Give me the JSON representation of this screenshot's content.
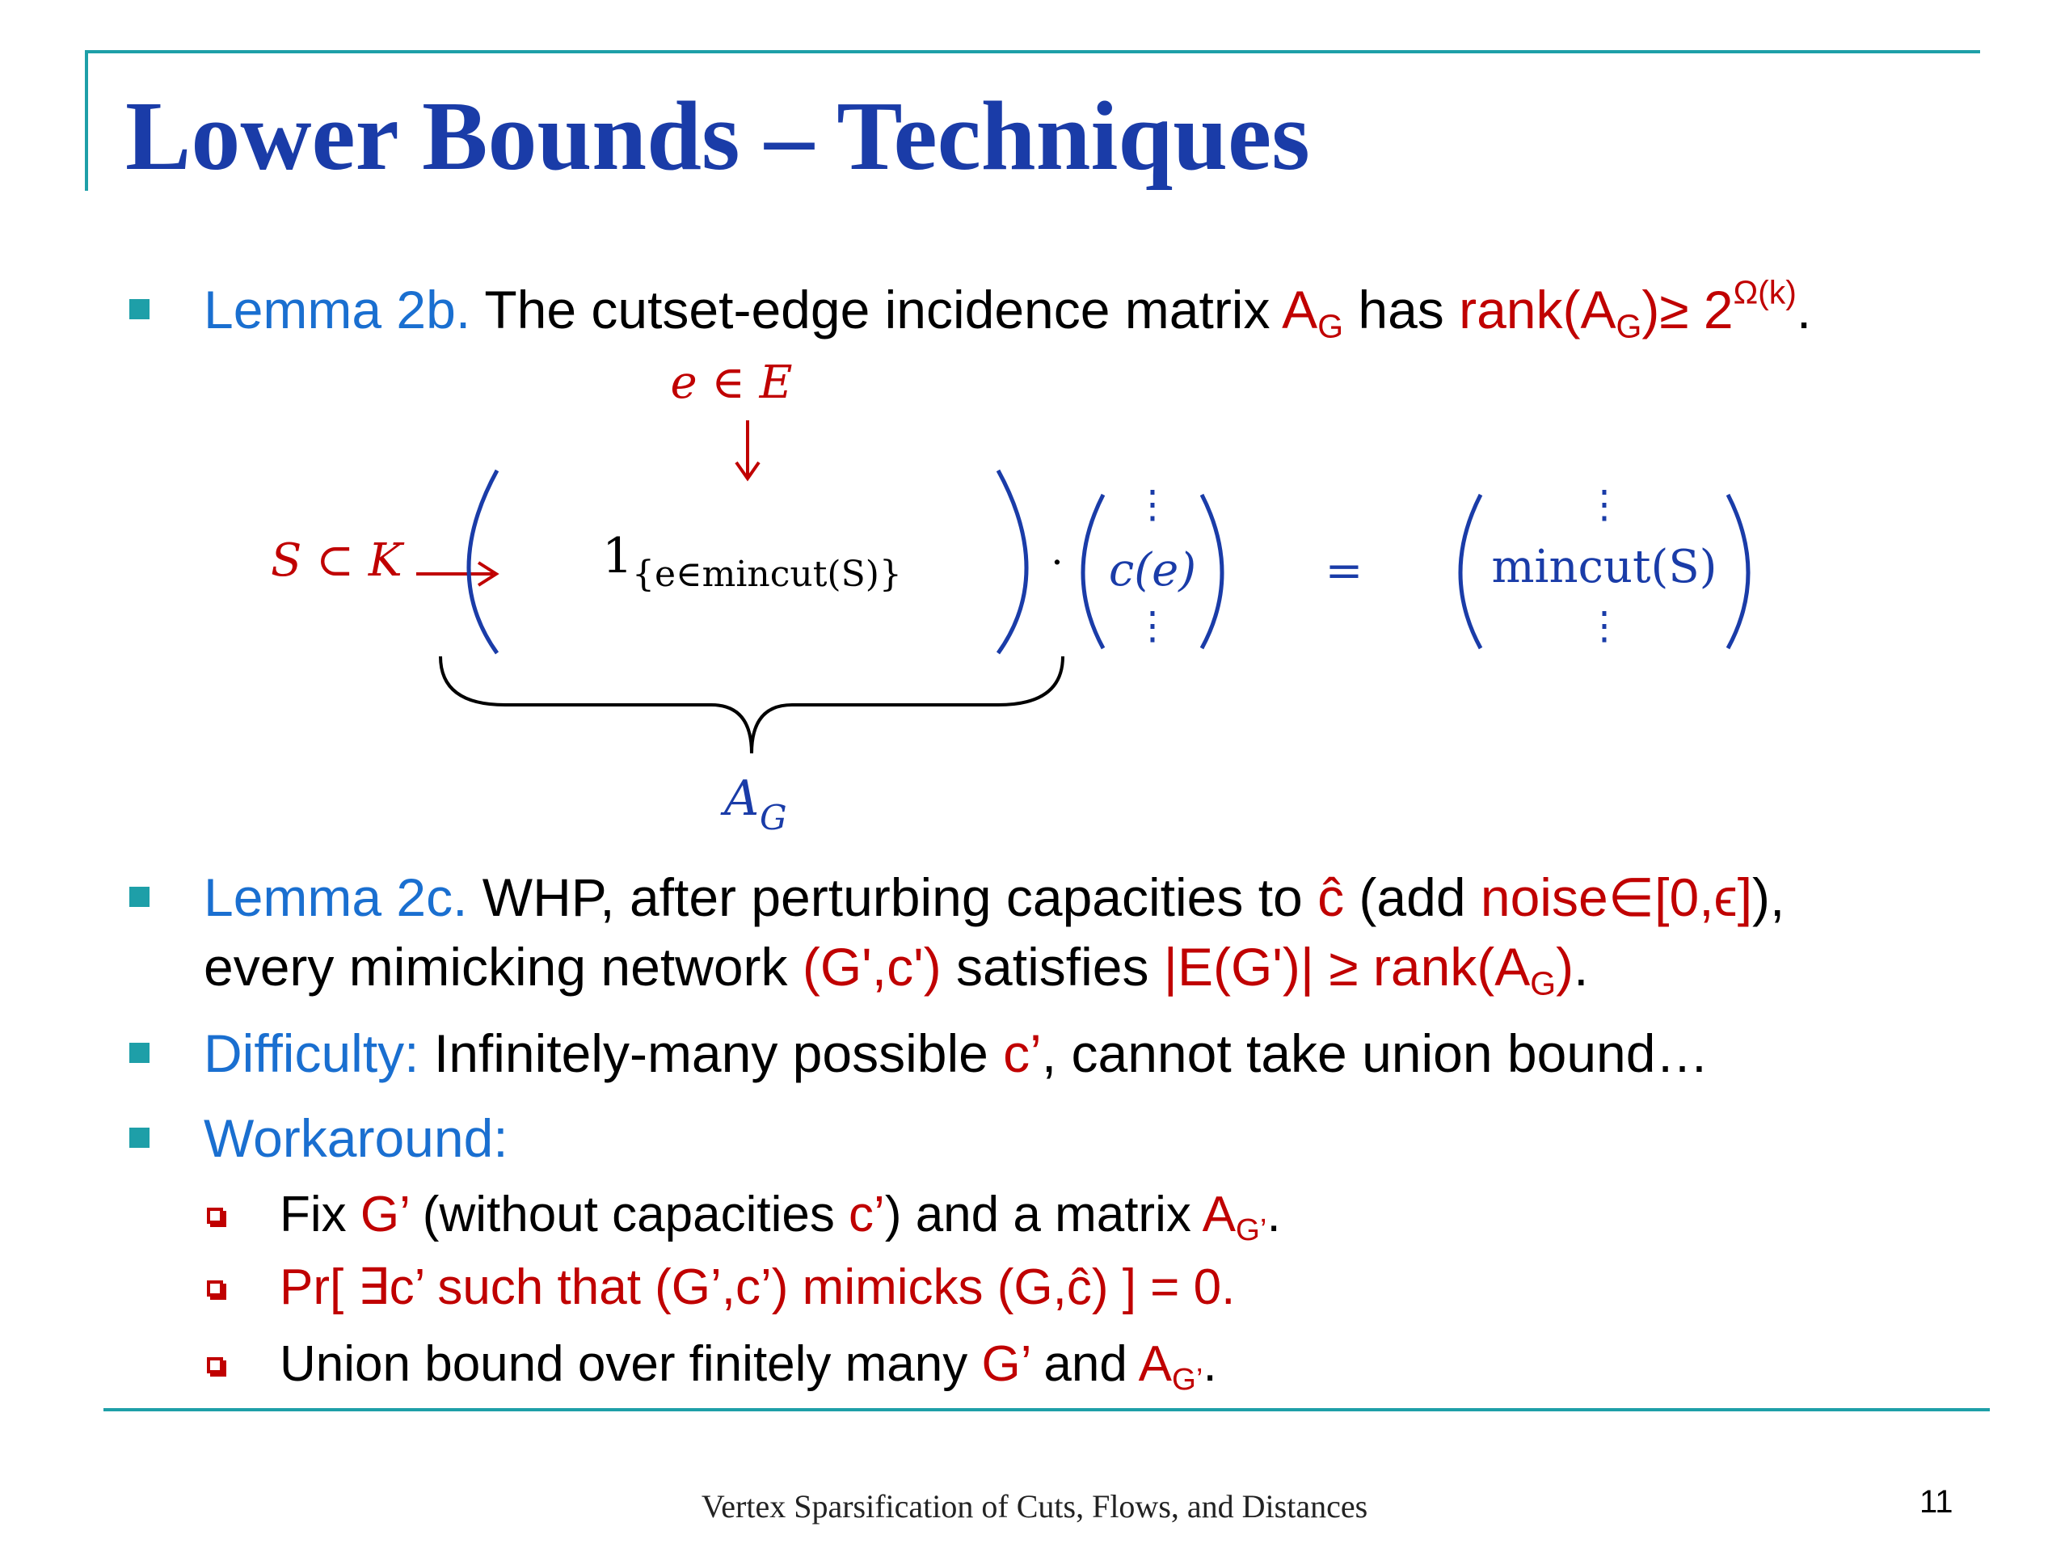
{
  "slide": {
    "title": "Lower Bounds – Techniques",
    "page_number": "11",
    "footer": "Vertex Sparsification of Cuts, Flows, and Distances"
  },
  "bullets": {
    "lemma2b": {
      "label": "Lemma 2b.",
      "text1": " The cutset-edge incidence matrix ",
      "a": "A",
      "a_sub": "G",
      "text2": " has ",
      "rank": "rank(A",
      "rank_sub": "G",
      "rank_close": ")≥ 2",
      "rank_sup": "Ω(k)",
      "end": "."
    },
    "lemma2c": {
      "label": "Lemma 2c.",
      "text1": " WHP, after perturbing capacities to ",
      "chat": "ĉ",
      "text2": " (add ",
      "noise": "noise∈[0,ϵ]",
      "text3": "),",
      "line2_text1": "every mimicking network ",
      "gc": "(G',c')",
      "line2_text2": " satisfies ",
      "eg": "|E(G')| ≥ rank(A",
      "eg_sub": "G",
      "eg_close": ")",
      "end": "."
    },
    "difficulty": {
      "label": "Difficulty:",
      "text1": " Infinitely-many possible ",
      "c": "c’",
      "text2": ", cannot take union bound…"
    },
    "workaround": {
      "label": "Workaround:"
    }
  },
  "sub_bullets": {
    "fix": {
      "text1": "Fix ",
      "g": "G’",
      "text2": " (without capacities ",
      "c": "c’",
      "text3": ") and a matrix ",
      "a": "A",
      "a_sub": "G’",
      "end": "."
    },
    "pr": {
      "text": "Pr[ ∃c’ such that (G’,c’) mimicks (G,ĉ) ] = 0."
    },
    "union": {
      "text1": "Union bound over finitely many ",
      "g": "G’",
      "text2": " and ",
      "a": "A",
      "a_sub": "G’",
      "end": "."
    }
  },
  "diagram": {
    "e_in_E": "e ∈ E",
    "s_subset_k": "S ⊂ K",
    "indicator_main": "1",
    "indicator_sub": "{e∈mincut(S)}",
    "dot": "·",
    "c_of_e": "c(e)",
    "equals": "=",
    "mincut": "mincut(S)",
    "a_g_main": "A",
    "a_g_sub": "G",
    "colors": {
      "red": "#c00000",
      "blue": "#1a3ca8",
      "black": "#000000"
    }
  }
}
